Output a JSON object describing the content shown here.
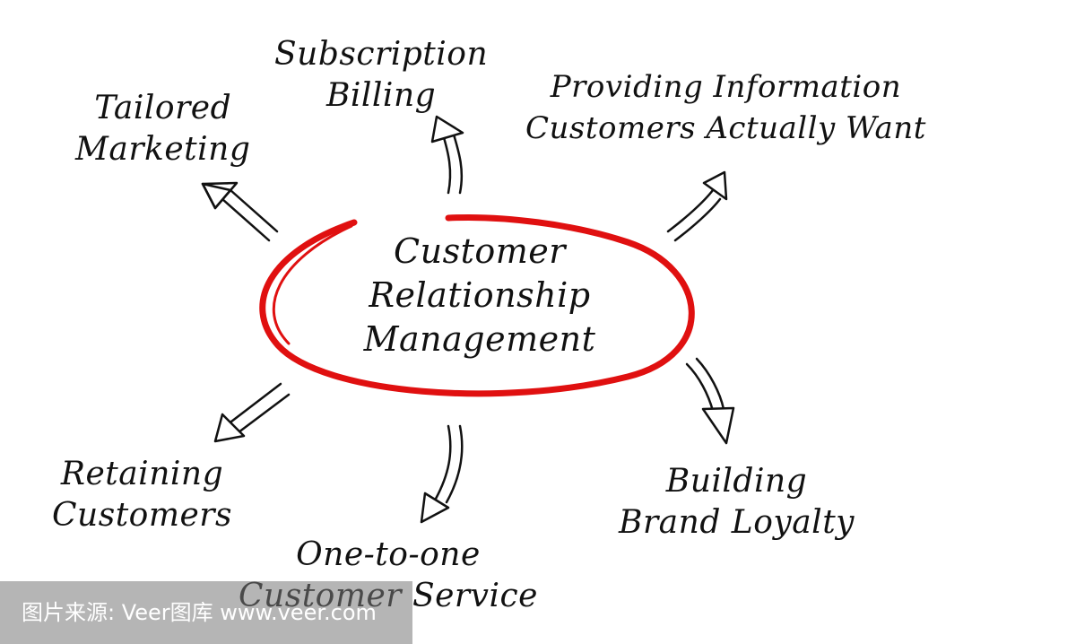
{
  "center": {
    "lines": [
      "Customer",
      "Relationship",
      "Management"
    ]
  },
  "nodes": {
    "tailored_marketing": [
      "Tailored",
      "Marketing"
    ],
    "subscription_billing": [
      "Subscription",
      "Billing"
    ],
    "providing_information": [
      "Providing Information",
      "Customers Actually Want"
    ],
    "retaining_customers": [
      "Retaining",
      "Customers"
    ],
    "one_to_one": [
      "One-to-one",
      "Customer Service"
    ],
    "building_brand": [
      "Building",
      "Brand Loyalty"
    ]
  },
  "watermark": {
    "text": "图片来源: Veer图库 www.veer.com"
  },
  "colors": {
    "ellipse": "#e01010",
    "arrow": "#111111",
    "text": "#111111"
  }
}
